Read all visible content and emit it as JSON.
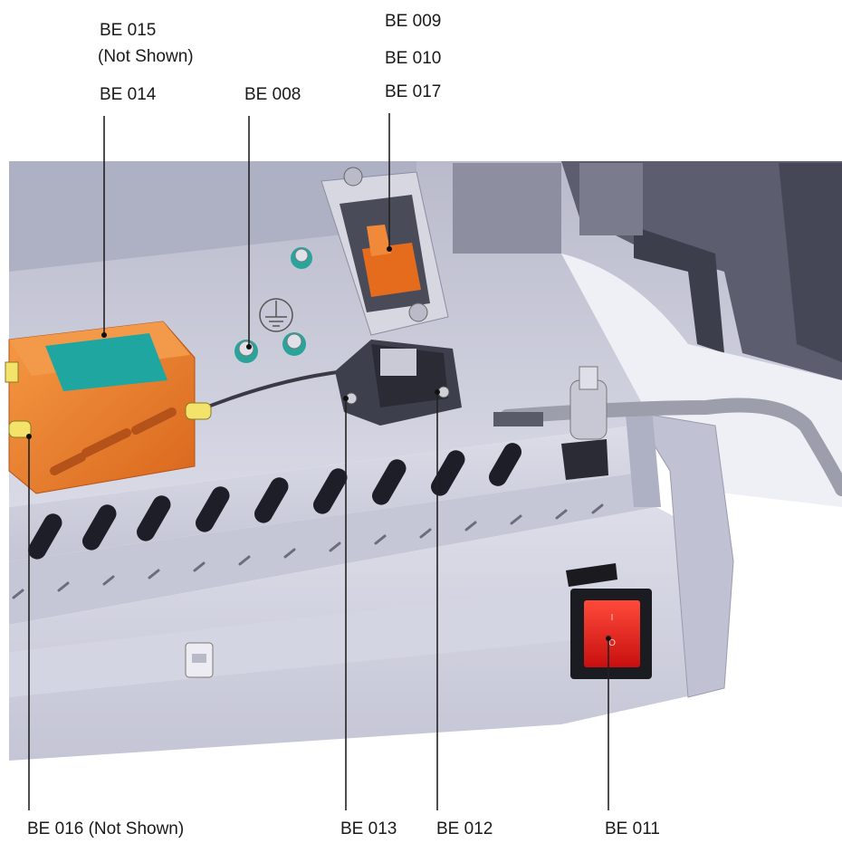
{
  "labels": {
    "be015": "BE 015",
    "be015_note": "(Not Shown)",
    "be014": "BE 014",
    "be008": "BE 008",
    "be009": "BE 009",
    "be010": "BE 010",
    "be017": "BE 017",
    "be016": "BE 016 (Not Shown)",
    "be013": "BE 013",
    "be012": "BE 012",
    "be011": "BE 011"
  },
  "switch": {
    "on_symbol": "I",
    "off_symbol": "O"
  },
  "colors": {
    "frame": "#c9cad8",
    "frame_dark": "#a8a9bb",
    "filter_orange": "#e87a2a",
    "filter_teal": "#1fa6a1",
    "switch_red": "#e21b1b",
    "leader": "#222222"
  }
}
